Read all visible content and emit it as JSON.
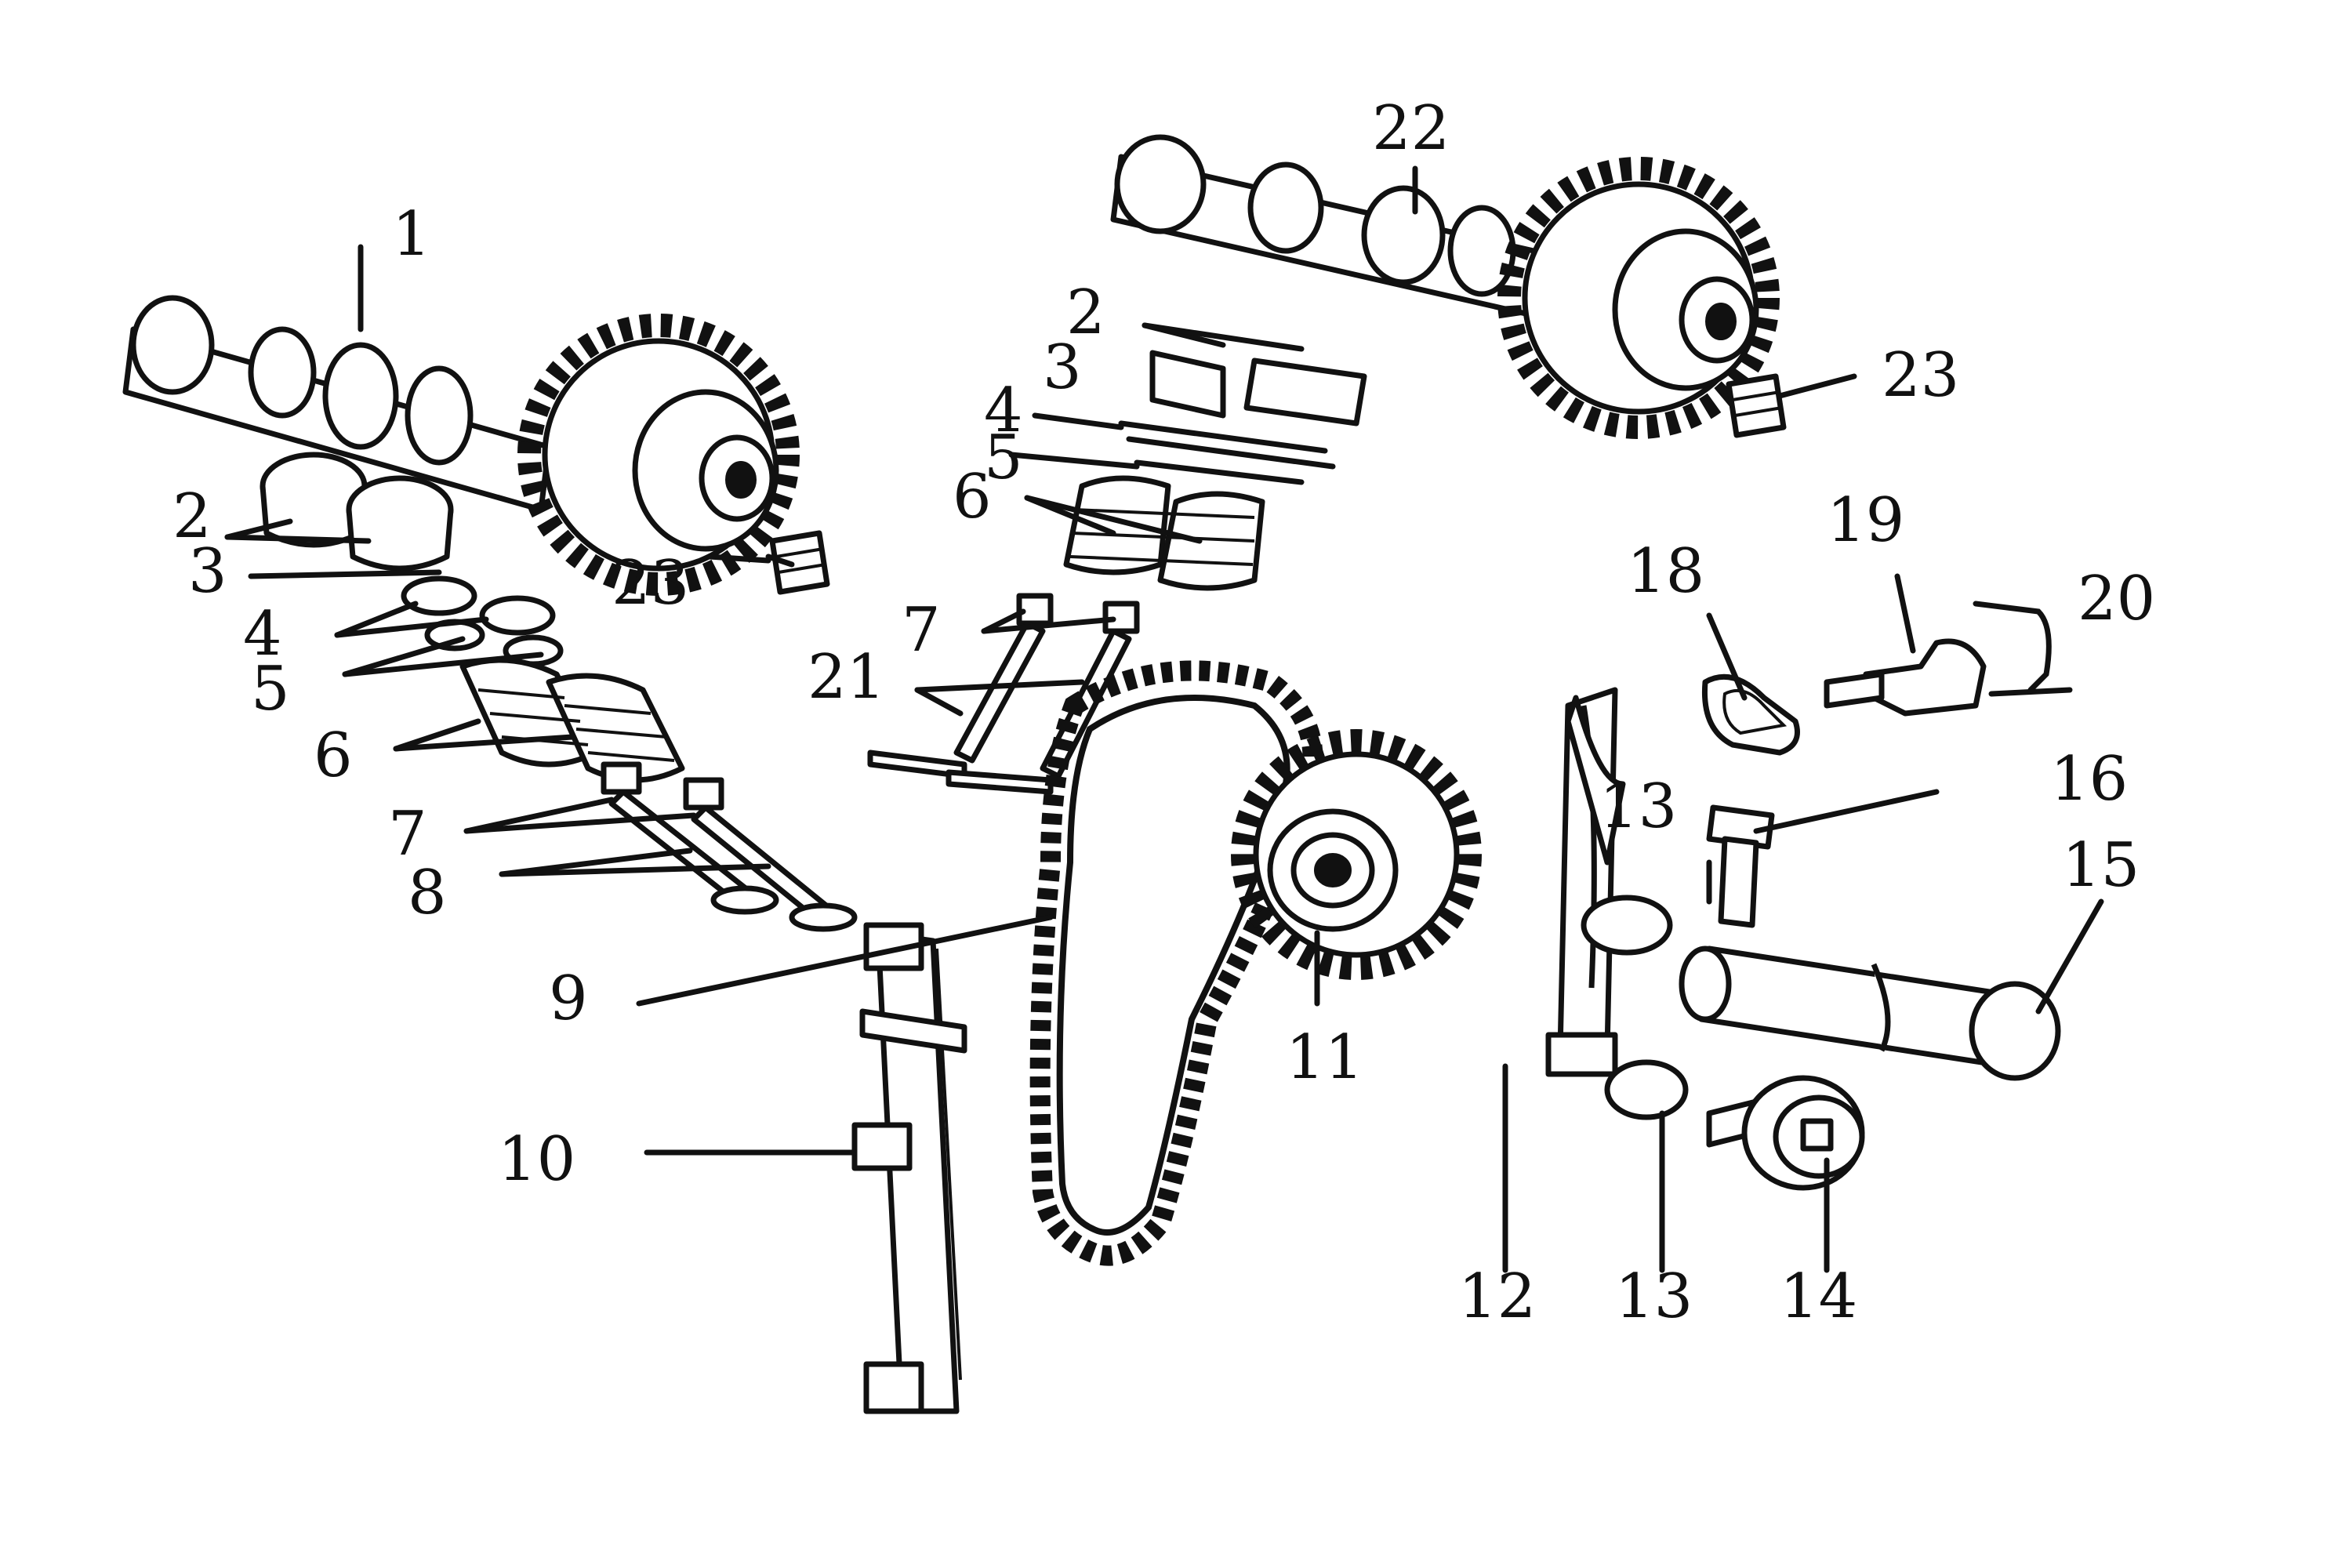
{
  "diagram": {
    "colors": {
      "ink": "#111111",
      "background": "#ffffff"
    },
    "labels": [
      {
        "id": "1",
        "text": "1"
      },
      {
        "id": "2a",
        "text": "2"
      },
      {
        "id": "3a",
        "text": "3"
      },
      {
        "id": "4a",
        "text": "4"
      },
      {
        "id": "5a",
        "text": "5"
      },
      {
        "id": "6a",
        "text": "6"
      },
      {
        "id": "7a",
        "text": "7"
      },
      {
        "id": "8",
        "text": "8"
      },
      {
        "id": "9",
        "text": "9"
      },
      {
        "id": "10",
        "text": "10"
      },
      {
        "id": "11",
        "text": "11"
      },
      {
        "id": "12",
        "text": "12"
      },
      {
        "id": "13a",
        "text": "13"
      },
      {
        "id": "13b",
        "text": "13"
      },
      {
        "id": "14",
        "text": "14"
      },
      {
        "id": "15",
        "text": "15"
      },
      {
        "id": "16",
        "text": "16"
      },
      {
        "id": "18",
        "text": "18"
      },
      {
        "id": "19",
        "text": "19"
      },
      {
        "id": "20",
        "text": "20"
      },
      {
        "id": "21",
        "text": "21"
      },
      {
        "id": "22",
        "text": "22"
      },
      {
        "id": "2b",
        "text": "2"
      },
      {
        "id": "3b",
        "text": "3"
      },
      {
        "id": "4b",
        "text": "4"
      },
      {
        "id": "5b",
        "text": "5"
      },
      {
        "id": "6b",
        "text": "6"
      },
      {
        "id": "7b",
        "text": "7"
      },
      {
        "id": "23a",
        "text": "23"
      },
      {
        "id": "23b",
        "text": "23"
      }
    ]
  }
}
